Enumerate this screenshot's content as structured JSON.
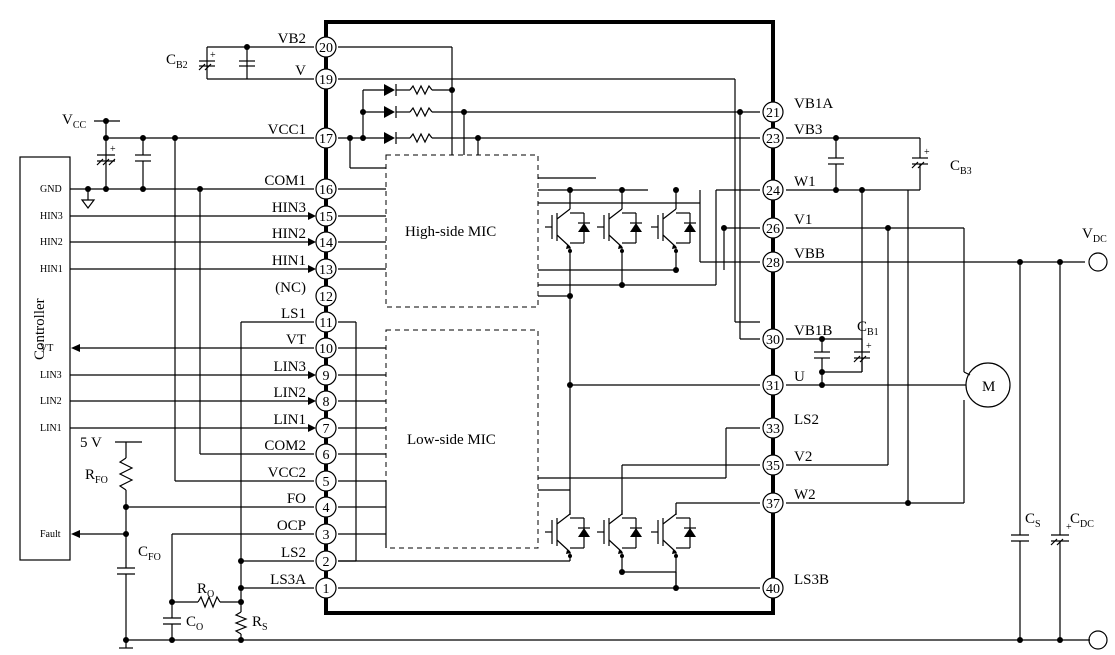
{
  "ic": {
    "high_side_label": "High-side MIC",
    "low_side_label": "Low-side MIC",
    "left_pins": [
      {
        "num": "20",
        "name": "VB2"
      },
      {
        "num": "19",
        "name": "V"
      },
      {
        "num": "17",
        "name": "VCC1"
      },
      {
        "num": "16",
        "name": "COM1"
      },
      {
        "num": "15",
        "name": "HIN3"
      },
      {
        "num": "14",
        "name": "HIN2"
      },
      {
        "num": "13",
        "name": "HIN1"
      },
      {
        "num": "12",
        "name": "(NC)"
      },
      {
        "num": "11",
        "name": "LS1"
      },
      {
        "num": "10",
        "name": "VT"
      },
      {
        "num": "9",
        "name": "LIN3"
      },
      {
        "num": "8",
        "name": "LIN2"
      },
      {
        "num": "7",
        "name": "LIN1"
      },
      {
        "num": "6",
        "name": "COM2"
      },
      {
        "num": "5",
        "name": "VCC2"
      },
      {
        "num": "4",
        "name": "FO"
      },
      {
        "num": "3",
        "name": "OCP"
      },
      {
        "num": "2",
        "name": "LS2"
      },
      {
        "num": "1",
        "name": "LS3A"
      }
    ],
    "right_pins": [
      {
        "num": "21",
        "name": "VB1A"
      },
      {
        "num": "23",
        "name": "VB3"
      },
      {
        "num": "24",
        "name": "W1"
      },
      {
        "num": "26",
        "name": "V1"
      },
      {
        "num": "28",
        "name": "VBB"
      },
      {
        "num": "30",
        "name": "VB1B"
      },
      {
        "num": "31",
        "name": "U"
      },
      {
        "num": "33",
        "name": "LS2"
      },
      {
        "num": "35",
        "name": "V2"
      },
      {
        "num": "37",
        "name": "W2"
      },
      {
        "num": "40",
        "name": "LS3B"
      }
    ]
  },
  "controller": {
    "label": "Controller",
    "pins": [
      "GND",
      "HIN3",
      "HIN2",
      "HIN1",
      "VT",
      "LIN3",
      "LIN2",
      "LIN1",
      "Fault"
    ]
  },
  "components": {
    "cb2": {
      "main": "C",
      "sub": "B2"
    },
    "vcc": {
      "main": "V",
      "sub": "CC"
    },
    "five_v": "5 V",
    "rfo": {
      "main": "R",
      "sub": "FO"
    },
    "cfo": {
      "main": "C",
      "sub": "FO"
    },
    "ro": {
      "main": "R",
      "sub": "O"
    },
    "co": {
      "main": "C",
      "sub": "O"
    },
    "rs": {
      "main": "R",
      "sub": "S"
    },
    "cb3": {
      "main": "C",
      "sub": "B3"
    },
    "cb1": {
      "main": "C",
      "sub": "B1"
    },
    "cs": {
      "main": "C",
      "sub": "S"
    },
    "cdc": {
      "main": "C",
      "sub": "DC"
    },
    "vdc": {
      "main": "V",
      "sub": "DC"
    },
    "motor": "M"
  }
}
